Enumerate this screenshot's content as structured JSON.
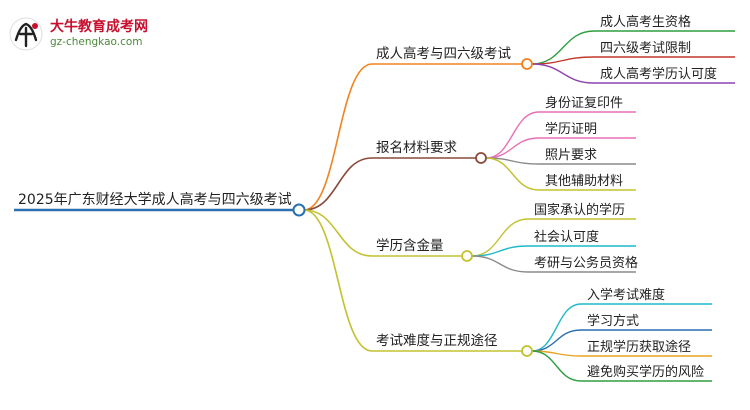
{
  "logo": {
    "title": "大牛教育成考网",
    "url": "gz-chengkao.com"
  },
  "mindmap": {
    "root": "2025年广东财经大学成人高考与四六级考试",
    "branches": [
      {
        "label": "成人高考与四六级考试",
        "color": "#f0831e",
        "children": [
          {
            "label": "成人高考生资格",
            "color": "#2e9e3f"
          },
          {
            "label": "四六级考试限制",
            "color": "#c0392b"
          },
          {
            "label": "成人高考学历认可度",
            "color": "#8e44ad"
          }
        ]
      },
      {
        "label": "报名材料要求",
        "color": "#8b4a3c",
        "children": [
          {
            "label": "身份证复印件",
            "color": "#e86fb5"
          },
          {
            "label": "学历证明",
            "color": "#e86fb5"
          },
          {
            "label": "照片要求",
            "color": "#8a8a8a"
          },
          {
            "label": "其他辅助材料",
            "color": "#c2c230"
          }
        ]
      },
      {
        "label": "学历含金量",
        "color": "#c2c230",
        "children": [
          {
            "label": "国家承认的学历",
            "color": "#c2c230"
          },
          {
            "label": "社会认可度",
            "color": "#1fb8c9"
          },
          {
            "label": "考研与公务员资格",
            "color": "#8a8a8a"
          }
        ]
      },
      {
        "label": "考试难度与正规途径",
        "color": "#c2c230",
        "children": [
          {
            "label": "入学考试难度",
            "color": "#1fb8c9"
          },
          {
            "label": "学习方式",
            "color": "#2a6fb0"
          },
          {
            "label": "正规学历获取途径",
            "color": "#e8a21e"
          },
          {
            "label": "避免购买学历的风险",
            "color": "#2e9e3f"
          }
        ]
      }
    ],
    "root_color": "#2a6fb0"
  }
}
